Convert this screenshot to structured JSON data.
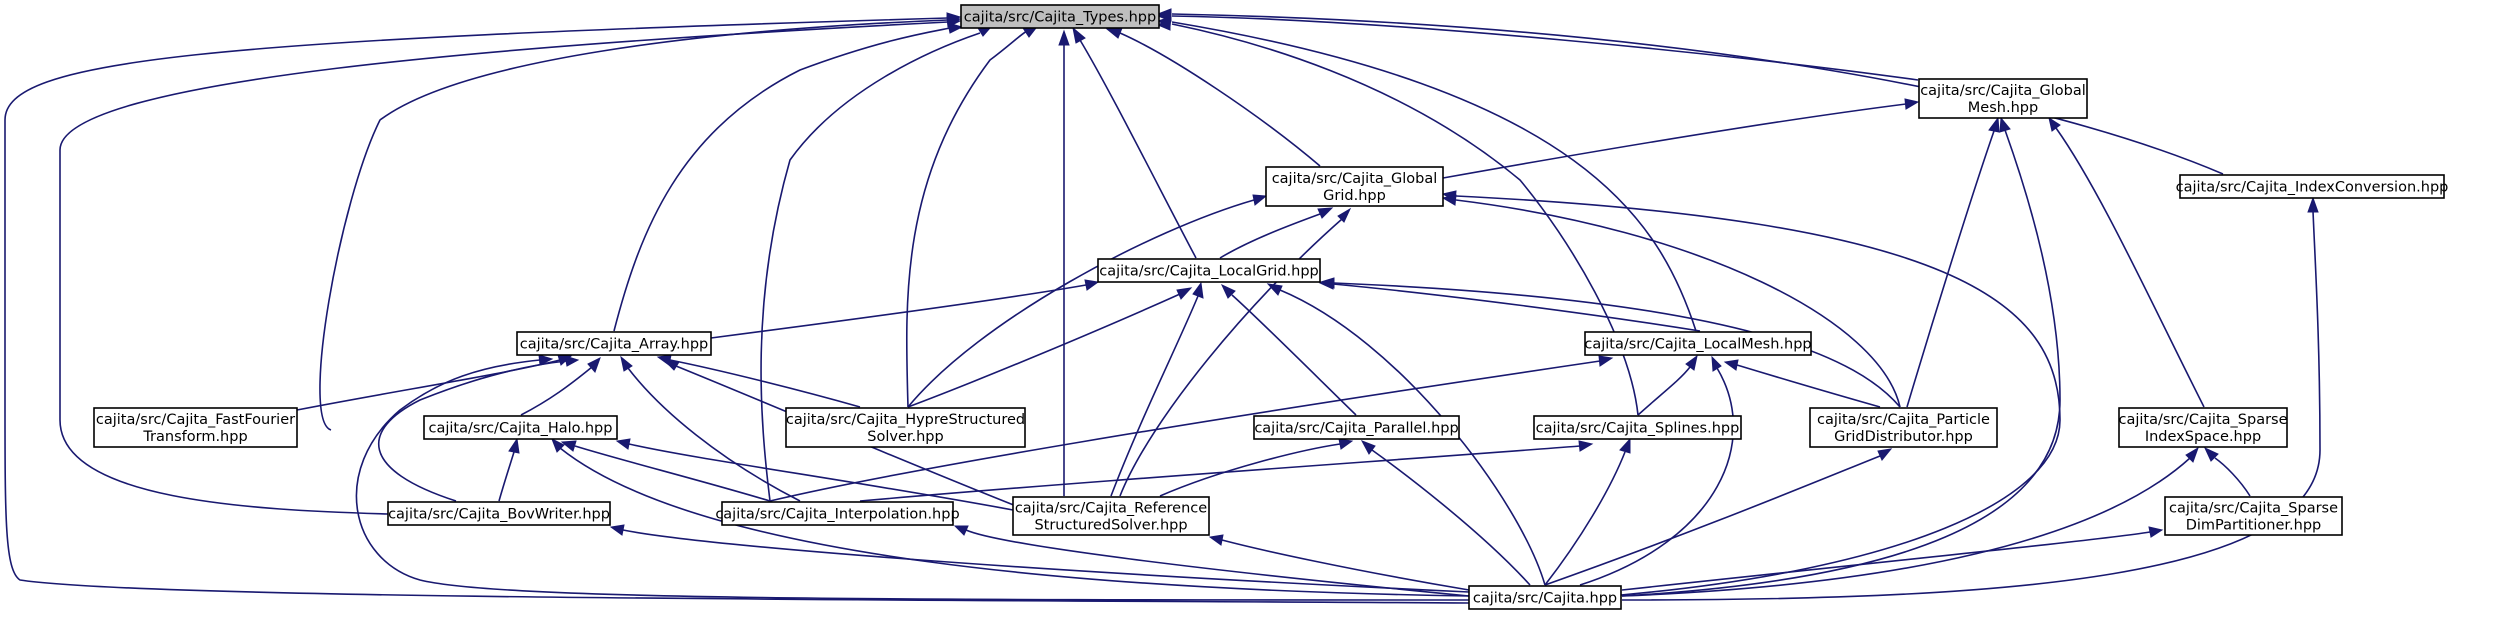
{
  "diagram": {
    "type": "include-dependency-graph",
    "colors": {
      "edge": "#191970",
      "node_fill": "#ffffff",
      "node_highlight_fill": "#bfbfbf",
      "node_border": "#000000"
    },
    "nodes": [
      {
        "id": "types",
        "lines": [
          "cajita/src/Cajita_Types.hpp"
        ],
        "highlight": true
      },
      {
        "id": "globalmesh",
        "lines": [
          "cajita/src/Cajita_Global",
          "Mesh.hpp"
        ]
      },
      {
        "id": "indexconv",
        "lines": [
          "cajita/src/Cajita_IndexConversion.hpp"
        ]
      },
      {
        "id": "globalgrid",
        "lines": [
          "cajita/src/Cajita_Global",
          "Grid.hpp"
        ]
      },
      {
        "id": "localgrid",
        "lines": [
          "cajita/src/Cajita_LocalGrid.hpp"
        ]
      },
      {
        "id": "array",
        "lines": [
          "cajita/src/Cajita_Array.hpp"
        ]
      },
      {
        "id": "localmesh",
        "lines": [
          "cajita/src/Cajita_LocalMesh.hpp"
        ]
      },
      {
        "id": "fft",
        "lines": [
          "cajita/src/Cajita_FastFourier",
          "Transform.hpp"
        ]
      },
      {
        "id": "hypre",
        "lines": [
          "cajita/src/Cajita_HypreStructured",
          "Solver.hpp"
        ]
      },
      {
        "id": "halo",
        "lines": [
          "cajita/src/Cajita_Halo.hpp"
        ]
      },
      {
        "id": "parallel",
        "lines": [
          "cajita/src/Cajita_Parallel.hpp"
        ]
      },
      {
        "id": "splines",
        "lines": [
          "cajita/src/Cajita_Splines.hpp"
        ]
      },
      {
        "id": "particlegrid",
        "lines": [
          "cajita/src/Cajita_Particle",
          "GridDistributor.hpp"
        ]
      },
      {
        "id": "sparseindex",
        "lines": [
          "cajita/src/Cajita_Sparse",
          "IndexSpace.hpp"
        ]
      },
      {
        "id": "bovwriter",
        "lines": [
          "cajita/src/Cajita_BovWriter.hpp"
        ]
      },
      {
        "id": "interpolation",
        "lines": [
          "cajita/src/Cajita_Interpolation.hpp"
        ]
      },
      {
        "id": "reference",
        "lines": [
          "cajita/src/Cajita_Reference",
          "StructuredSolver.hpp"
        ]
      },
      {
        "id": "sparsedim",
        "lines": [
          "cajita/src/Cajita_Sparse",
          "DimPartitioner.hpp"
        ]
      },
      {
        "id": "cajita",
        "lines": [
          "cajita/src/Cajita.hpp"
        ]
      }
    ],
    "edges": [
      {
        "from": "globalmesh",
        "to": "types"
      },
      {
        "from": "indexconv",
        "to": "types"
      },
      {
        "from": "globalgrid",
        "to": "types"
      },
      {
        "from": "localgrid",
        "to": "types"
      },
      {
        "from": "array",
        "to": "types"
      },
      {
        "from": "localmesh",
        "to": "types"
      },
      {
        "from": "fft",
        "to": "types"
      },
      {
        "from": "hypre",
        "to": "types"
      },
      {
        "from": "splines",
        "to": "types"
      },
      {
        "from": "bovwriter",
        "to": "types"
      },
      {
        "from": "interpolation",
        "to": "types"
      },
      {
        "from": "reference",
        "to": "types"
      },
      {
        "from": "cajita",
        "to": "types"
      },
      {
        "from": "globalgrid",
        "to": "globalmesh"
      },
      {
        "from": "particlegrid",
        "to": "globalmesh"
      },
      {
        "from": "sparseindex",
        "to": "globalmesh"
      },
      {
        "from": "cajita",
        "to": "globalmesh"
      },
      {
        "from": "cajita",
        "to": "indexconv"
      },
      {
        "from": "localgrid",
        "to": "globalgrid"
      },
      {
        "from": "hypre",
        "to": "globalgrid"
      },
      {
        "from": "reference",
        "to": "globalgrid"
      },
      {
        "from": "particlegrid",
        "to": "globalgrid"
      },
      {
        "from": "cajita",
        "to": "globalgrid"
      },
      {
        "from": "array",
        "to": "localgrid"
      },
      {
        "from": "localmesh",
        "to": "localgrid"
      },
      {
        "from": "hypre",
        "to": "localgrid"
      },
      {
        "from": "parallel",
        "to": "localgrid"
      },
      {
        "from": "reference",
        "to": "localgrid"
      },
      {
        "from": "particlegrid",
        "to": "localgrid"
      },
      {
        "from": "cajita",
        "to": "localgrid"
      },
      {
        "from": "fft",
        "to": "array"
      },
      {
        "from": "hypre",
        "to": "array"
      },
      {
        "from": "halo",
        "to": "array"
      },
      {
        "from": "bovwriter",
        "to": "array"
      },
      {
        "from": "interpolation",
        "to": "array"
      },
      {
        "from": "reference",
        "to": "array"
      },
      {
        "from": "cajita",
        "to": "array"
      },
      {
        "from": "splines",
        "to": "localmesh"
      },
      {
        "from": "particlegrid",
        "to": "localmesh"
      },
      {
        "from": "interpolation",
        "to": "localmesh"
      },
      {
        "from": "cajita",
        "to": "localmesh"
      },
      {
        "from": "bovwriter",
        "to": "halo"
      },
      {
        "from": "interpolation",
        "to": "halo"
      },
      {
        "from": "reference",
        "to": "halo"
      },
      {
        "from": "cajita",
        "to": "halo"
      },
      {
        "from": "reference",
        "to": "parallel"
      },
      {
        "from": "cajita",
        "to": "parallel"
      },
      {
        "from": "interpolation",
        "to": "splines"
      },
      {
        "from": "cajita",
        "to": "splines"
      },
      {
        "from": "cajita",
        "to": "particlegrid"
      },
      {
        "from": "sparsedim",
        "to": "sparseindex"
      },
      {
        "from": "cajita",
        "to": "sparseindex"
      },
      {
        "from": "cajita",
        "to": "interpolation"
      },
      {
        "from": "cajita",
        "to": "reference"
      },
      {
        "from": "cajita",
        "to": "bovwriter"
      },
      {
        "from": "cajita",
        "to": "sparsedim"
      }
    ]
  }
}
